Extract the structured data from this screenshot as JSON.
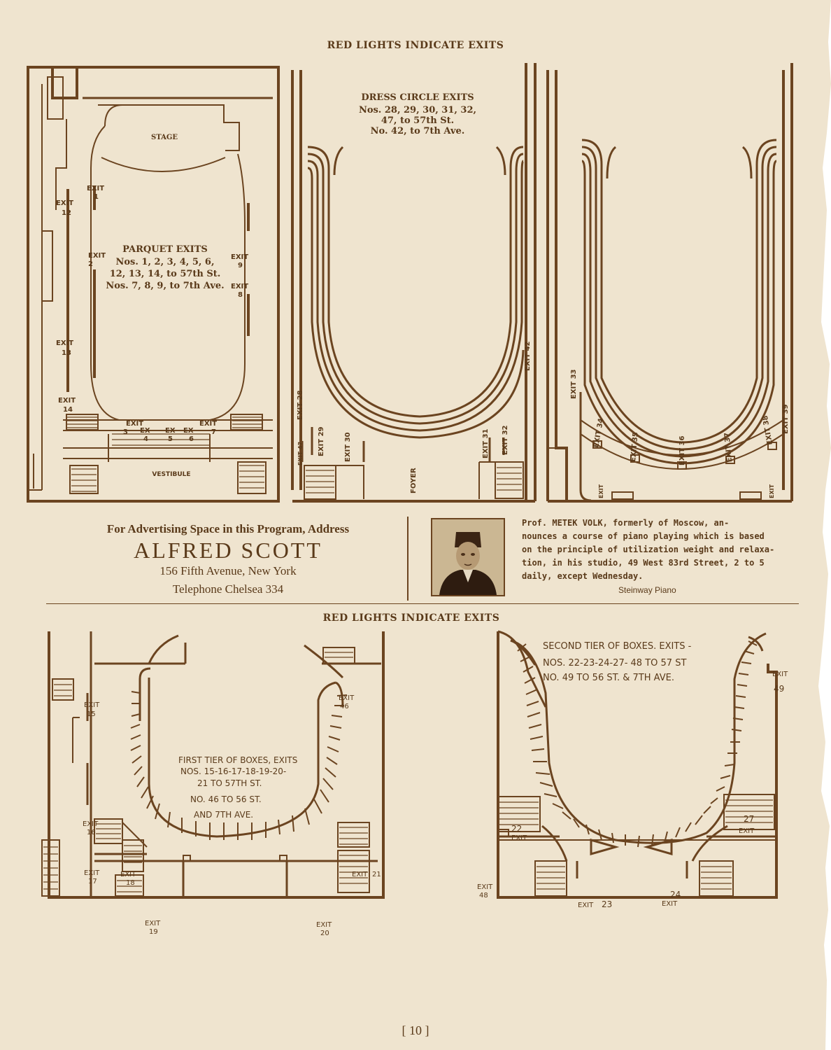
{
  "top_header": "RED LIGHTS INDICATE EXITS",
  "mid_header": "RED LIGHTS INDICATE EXITS",
  "page_number": "[ 10 ]",
  "parquet": {
    "stage": "STAGE",
    "vestibule": "VESTIBULE",
    "exits_title": "PARQUET EXITS",
    "exits_line1": "Nos. 1, 2, 3, 4, 5, 6,",
    "exits_line2": "12, 13, 14, to 57th St.",
    "exits_line3": "Nos. 7, 8, 9, to 7th Ave."
  },
  "dress_circle": {
    "title": "DRESS CIRCLE EXITS",
    "line1": "Nos. 28, 29, 30, 31, 32,",
    "line2": "47, to 57th St.",
    "line3": "No. 42, to 7th Ave.",
    "foyer": "FOYER"
  },
  "ad": {
    "line1": "For Advertising Space in this Program, Address",
    "name": "ALFRED SCOTT",
    "address": "156 Fifth Avenue, New York",
    "phone": "Telephone Chelsea 334"
  },
  "volk": {
    "prefix": "Prof.",
    "name": "METEK VOLK",
    "rest1": ", formerly of Moscow, an-",
    "line2": "nounces a course of piano playing which is based",
    "line3": "on the principle of utilization weight and relaxa-",
    "line4": "tion, in his studio, 49 West 83rd Street, 2 to 5",
    "line5": "daily, except Wednesday.",
    "piano": "Steinway Piano"
  },
  "first_tier": {
    "line1": "FIRST TIER OF BOXES, EXITS",
    "line2": "NOS. 15-16-17-18-19-20-",
    "line3": "21 TO 57TH ST.",
    "line4": "NO. 46 TO 56 ST.",
    "line5": "AND 7TH AVE."
  },
  "second_tier": {
    "line1": "SECOND TIER OF BOXES. EXITS -",
    "line2": "NOS. 22-23-24-27- 48 TO 57 ST",
    "line3": "NO. 49 TO 56 ST. & 7TH AVE."
  },
  "exit_word": "EXIT",
  "exit_short": "EX",
  "exits": {
    "e1": "1",
    "e2": "2",
    "e3": "3",
    "e4": "4",
    "e5": "5",
    "e6": "6",
    "e7": "7",
    "e8": "8",
    "e9": "9",
    "e12": "12",
    "e13": "13",
    "e14": "14",
    "e15": "15",
    "e16": "16",
    "e17": "17",
    "e18": "18",
    "e19": "19",
    "e20": "20",
    "e21": "21",
    "e22": "22",
    "e23": "23",
    "e24": "24",
    "e27": "27",
    "e28": "28",
    "e29": "29",
    "e30": "30",
    "e31": "31",
    "e32": "32",
    "e33": "33",
    "e34": "34",
    "e35": "35",
    "e36": "36",
    "e37": "37",
    "e38": "38",
    "e39": "39",
    "e42": "42",
    "e46": "46",
    "e47": "47",
    "e48": "48",
    "e49": "49"
  }
}
